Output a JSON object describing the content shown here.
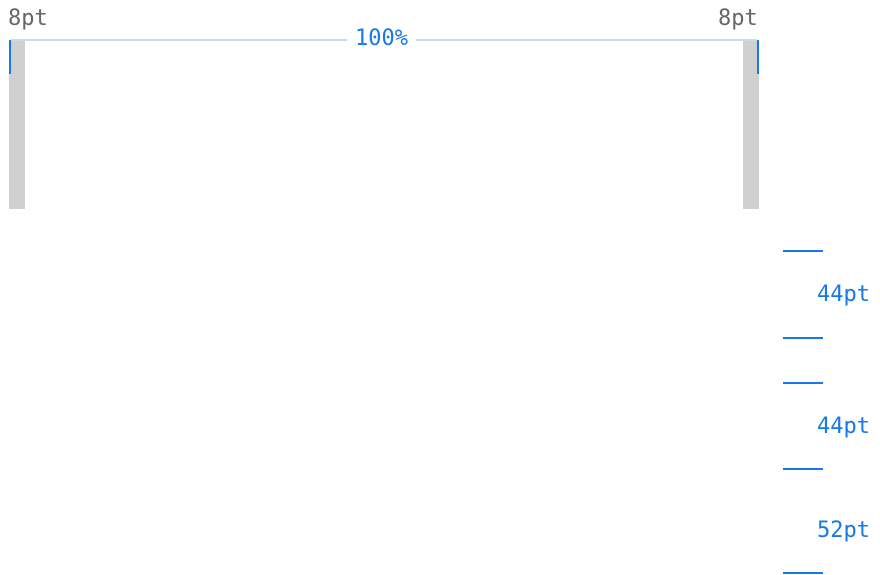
{
  "left_margin_label": "8pt",
  "right_margin_label": "8pt",
  "width_label": "100%",
  "row_heights": [
    {
      "label": "44pt"
    },
    {
      "label": "44pt"
    },
    {
      "label": "52pt"
    }
  ],
  "colors": {
    "accent": "#1778e8",
    "margin_fill": "#d0d0d0",
    "muted_text": "#666666",
    "width_line": "#c2dcf2"
  }
}
